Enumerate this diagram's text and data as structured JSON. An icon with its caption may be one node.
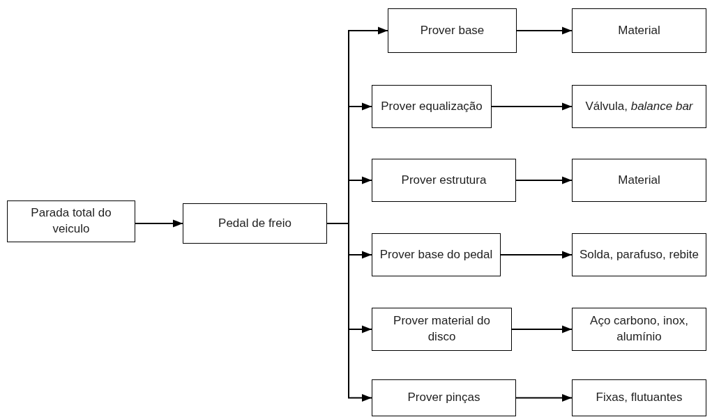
{
  "diagram": {
    "nodes": [
      {
        "text": [
          "Parada total do veiculo"
        ]
      },
      {
        "text": [
          "Pedal de freio"
        ]
      },
      {
        "text": [
          "Prover base"
        ]
      },
      {
        "text": [
          "Prover equalização"
        ]
      },
      {
        "text": [
          "Prover estrutura"
        ]
      },
      {
        "text": [
          "Prover base do pedal"
        ]
      },
      {
        "text": [
          "Prover material do disco"
        ]
      },
      {
        "text": [
          "Prover pinças"
        ]
      },
      {
        "text": [
          "Material"
        ]
      },
      {
        "text": [
          "Válvula, *balance bar*"
        ]
      },
      {
        "text": [
          "Material"
        ]
      },
      {
        "text": [
          "Solda, parafuso, rebite"
        ]
      },
      {
        "text": [
          "Aço carbono, inox, alumínio"
        ]
      },
      {
        "text": [
          "Fixas, flutuantes"
        ]
      }
    ],
    "edges": [
      {
        "from": 0,
        "to": 1,
        "arrow": "to"
      },
      {
        "from": 1,
        "to": 2,
        "arrow": "to"
      },
      {
        "from": 1,
        "to": 3,
        "arrow": "to"
      },
      {
        "from": 1,
        "to": 4,
        "arrow": "to"
      },
      {
        "from": 1,
        "to": 5,
        "arrow": "to"
      },
      {
        "from": 1,
        "to": 6,
        "arrow": "to"
      },
      {
        "from": 1,
        "to": 7,
        "arrow": "to"
      },
      {
        "from": 2,
        "to": 8,
        "arrow": "to"
      },
      {
        "from": 3,
        "to": 9,
        "arrow": "to"
      },
      {
        "from": 4,
        "to": 10,
        "arrow": "to"
      },
      {
        "from": 5,
        "to": 11,
        "arrow": "to"
      },
      {
        "from": 6,
        "to": 12,
        "arrow": "to"
      },
      {
        "from": 7,
        "to": 13,
        "arrow": "to"
      }
    ]
  }
}
